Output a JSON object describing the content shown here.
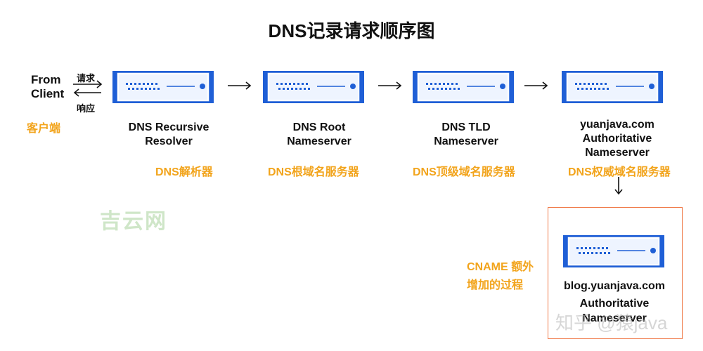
{
  "title": "DNS记录请求顺序图",
  "client": {
    "label_line1": "From",
    "label_line2": "Client",
    "request_label": "请求",
    "response_label": "响应",
    "cn_label": "客户端"
  },
  "servers": [
    {
      "name_line1": "DNS Recursive",
      "name_line2": "Resolver",
      "name_line3": "",
      "cn_label": "DNS解析器"
    },
    {
      "name_line1": "DNS Root",
      "name_line2": "Nameserver",
      "name_line3": "",
      "cn_label": "DNS根域名服务器"
    },
    {
      "name_line1": "DNS TLD",
      "name_line2": "Nameserver",
      "name_line3": "",
      "cn_label": "DNS顶级域名服务器"
    },
    {
      "name_line1": "yuanjava.com",
      "name_line2": "Authoritative",
      "name_line3": "Nameserver",
      "cn_label": "DNS权威域名服务器"
    }
  ],
  "cname": {
    "note_line1": "CNAME 额外",
    "note_line2": "增加的过程",
    "server_line1": "blog.yuanjava.com",
    "server_line2": "Authoritative",
    "server_line3": "Nameserver"
  },
  "watermarks": {
    "site": "吉云网",
    "zhihu": "知乎 @猿java"
  },
  "colors": {
    "server_blue": "#1f5fd6",
    "server_fill": "#eef4ff",
    "accent_orange": "#f2a41c",
    "box_border": "#f07b4a"
  }
}
